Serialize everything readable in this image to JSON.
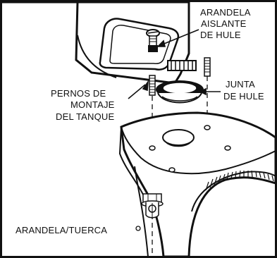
{
  "labels": {
    "insulating_washer_line1": "ARANDELA",
    "insulating_washer_line2": "AISLANTE",
    "insulating_washer_line3": "DE HULE",
    "rubber_gasket_line1": "JUNTA",
    "rubber_gasket_line2": "DE HULE",
    "mounting_bolts_line1": "PERNOS DE",
    "mounting_bolts_line2": "MONTAJE",
    "mounting_bolts_line3": "DEL TANQUE",
    "washer_nut": "ARANDELA/TUERCA"
  }
}
